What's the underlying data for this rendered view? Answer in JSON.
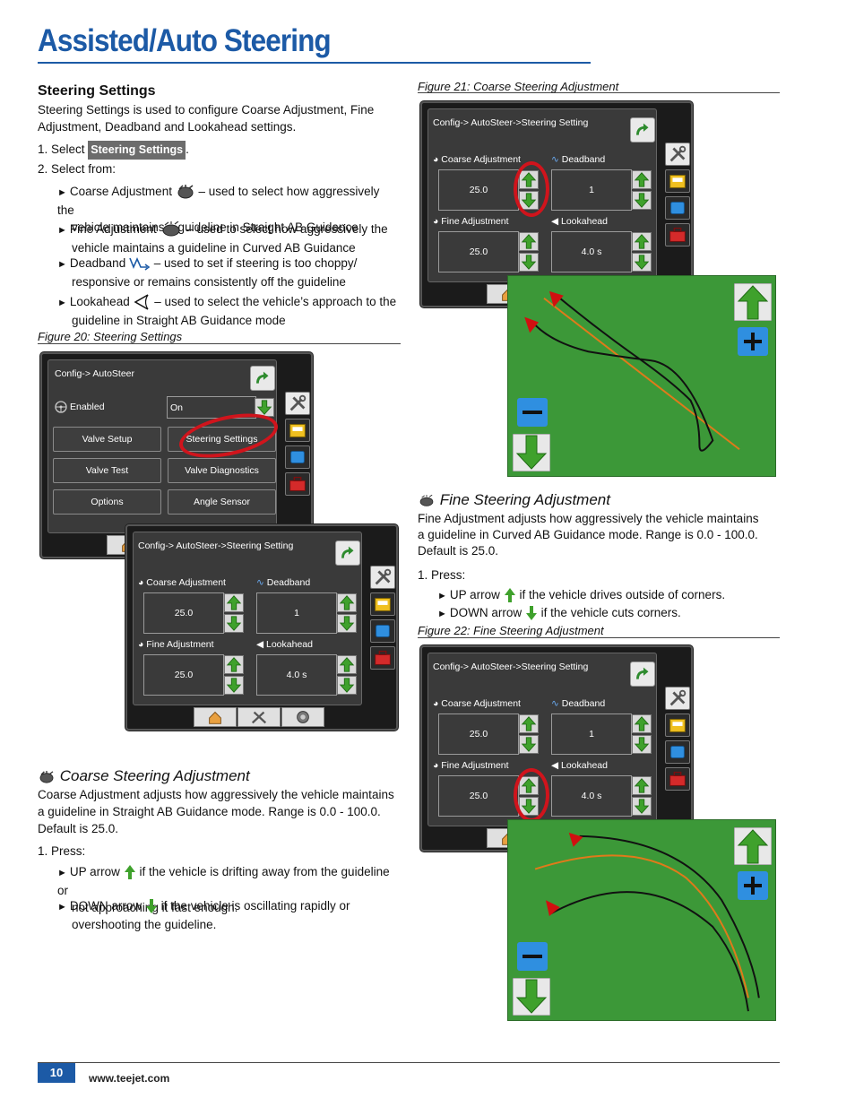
{
  "page_title": "Assisted/Auto Steering",
  "steering": {
    "heading": "Steering Settings",
    "intro": "Steering Settings is used to configure Coarse Adjustment, Fine Adjustment, Deadband and Lookahead settings.",
    "step1_prefix": "1.  Select",
    "step1_chip": "Steering Settings",
    "step1_suffix": ".",
    "step2": "2.  Select from:",
    "items": [
      {
        "name": "Coarse Adjustment",
        "line1": "– used to select how aggressively the",
        "line2": "vehicle maintains a guideline in Straight AB Guidance"
      },
      {
        "name": "Fine Adjustment",
        "line1": "– used to select how aggressively the",
        "line2": "vehicle maintains a guideline in Curved AB Guidance"
      },
      {
        "name": "Deadband",
        "line1": "– used to set if steering is too choppy/",
        "line2": "responsive or remains consistently off the guideline"
      },
      {
        "name": "Lookahead",
        "line1": "– used to select the vehicle’s approach to the",
        "line2": "guideline in Straight AB Guidance mode"
      }
    ]
  },
  "fig20": {
    "caption": "Figure 20: Steering Settings",
    "crumb": "Config-> AutoSteer",
    "enabled_label": "Enabled",
    "enabled_value": "On",
    "buttons": [
      "Valve Setup",
      "Steering Settings",
      "Valve Test",
      "Valve Diagnostics",
      "Options",
      "Angle Sensor"
    ]
  },
  "steer_screen": {
    "crumb": "Config-> AutoSteer->Steering Setting",
    "coarse_label": "Coarse Adjustment",
    "deadband_label": "Deadband",
    "fine_label": "Fine Adjustment",
    "lookahead_label": "Lookahead",
    "coarse_value": "25.0",
    "deadband_value": "1",
    "fine_value": "25.0",
    "lookahead_value": "4.0 s"
  },
  "fig21": {
    "caption": "Figure 21: Coarse Steering Adjustment"
  },
  "fig22": {
    "caption": "Figure 22: Fine Steering Adjustment"
  },
  "coarse": {
    "heading": "Coarse Steering Adjustment",
    "desc1": "Coarse Adjustment adjusts how aggressively the vehicle maintains",
    "desc2": "a guideline in Straight AB Guidance mode. Range is 0.0 - 100.0.",
    "desc3": "Default is 25.0.",
    "press": "1.  Press:",
    "up_label": "UP arrow",
    "up_text1": "if the vehicle is drifting away from the guideline or",
    "up_text2": "not approaching it fast enough.",
    "down_label": "DOWN arrow",
    "down_text1": "if the vehicle is oscillating rapidly or",
    "down_text2": "overshooting the guideline."
  },
  "fine": {
    "heading": "Fine Steering Adjustment",
    "desc1": "Fine Adjustment adjusts how aggressively the vehicle maintains",
    "desc2": "a guideline in Curved AB Guidance mode. Range is 0.0 - 100.0.",
    "desc3": "Default is 25.0.",
    "press": "1.  Press:",
    "up_label": "UP arrow",
    "up_text": "if the vehicle drives outside of corners.",
    "down_label": "DOWN arrow",
    "down_text": "if the vehicle cuts corners."
  },
  "footer": {
    "page_number": "10",
    "url": "www.teejet.com"
  },
  "colors": {
    "brand_blue": "#1c5aa6",
    "map_green": "#3c9838",
    "arrow_green": "#3fa12c",
    "highlight_red": "#d0141c",
    "guideline_orange": "#e07a1a"
  }
}
